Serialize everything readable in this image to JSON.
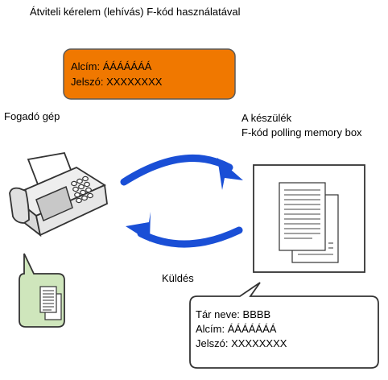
{
  "title": "Átviteli kérelem (lehívás) F-kód használatával",
  "request_box": {
    "line1": "Alcím: ÁÁÁÁÁÁÁ",
    "line2": "Jelszó: XXXXXXXX",
    "fill_color": "#f07800",
    "border_color": "#5a5a5a"
  },
  "receiver_label": "Fogadó gép",
  "device_label": {
    "line1": "A készülék",
    "line2": "F-kód polling memory box"
  },
  "send_label": "Küldés",
  "info_box": {
    "line1": "Tár neve: BBBB",
    "line2": "Alcím: ÁÁÁÁÁÁÁ",
    "line3": "Jelszó: XXXXXXXX"
  },
  "colors": {
    "arrow": "#1a4fd6",
    "doc_callout_fill": "#cfe6bc"
  },
  "icons": [
    "fax-machine-icon",
    "document-stack-icon",
    "curved-arrow-right-icon",
    "curved-arrow-left-icon"
  ]
}
